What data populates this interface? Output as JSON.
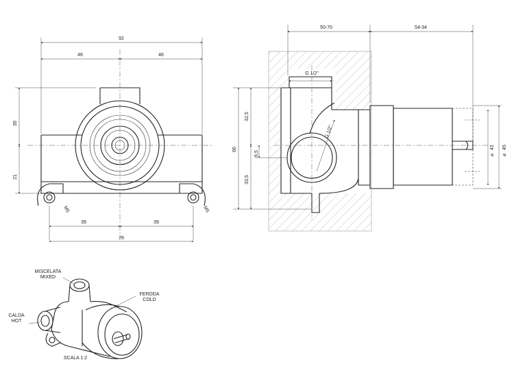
{
  "front_view": {
    "dim_total_width": "92",
    "dim_half_left": "46",
    "dim_half_right": "46",
    "dim_upper_height": "39",
    "dim_lower_height": "21",
    "thread_left": "M5",
    "thread_right": "M5",
    "dim_hole_left": "39",
    "dim_hole_right": "39",
    "dim_holes_span": "78"
  },
  "side_view": {
    "dim_wall_depth": "50-70",
    "dim_projection": "54-34",
    "thread_top": "G 1/2\"",
    "thread_diag": "G 1/2\"",
    "dim_total_height": "66",
    "dim_upper": "32,5",
    "dim_offset": "6,5",
    "dim_lower": "33,5",
    "dim_knob_small": "41",
    "dim_knob_large": "45"
  },
  "iso_view": {
    "label_mixed_it": "MISCELATA",
    "label_mixed_en": "MIXED",
    "label_cold_it": "FERDDA",
    "label_cold_en": "COLD",
    "label_hot_it": "CALDA",
    "label_hot_en": "HOT",
    "scale": "SCALA 1:2"
  }
}
